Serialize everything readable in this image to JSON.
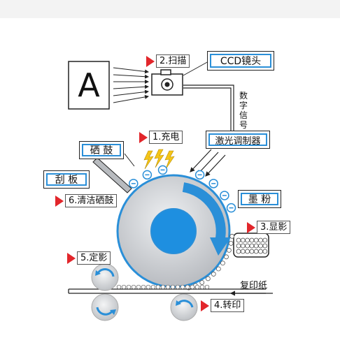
{
  "original_letter": "A",
  "labels": {
    "scan": "2.扫描",
    "ccd_lens": "CCD镜头",
    "digital_signal": "数字信号",
    "charge": "1.充电",
    "laser_modulator": "激光调制器",
    "drum": "硒 鼓",
    "blade": "刮 板",
    "clean_drum": "6.清洁硒鼓",
    "toner": "墨 粉",
    "develop": "3.显影",
    "fix": "5.定影",
    "paper": "复印纸",
    "transfer": "4.转印"
  },
  "colors": {
    "accent_blue": "#2a8fd8",
    "drum_gray": "#d7d9dd",
    "flag_red": "#e2262b",
    "spark_yellow": "#f5c518"
  }
}
